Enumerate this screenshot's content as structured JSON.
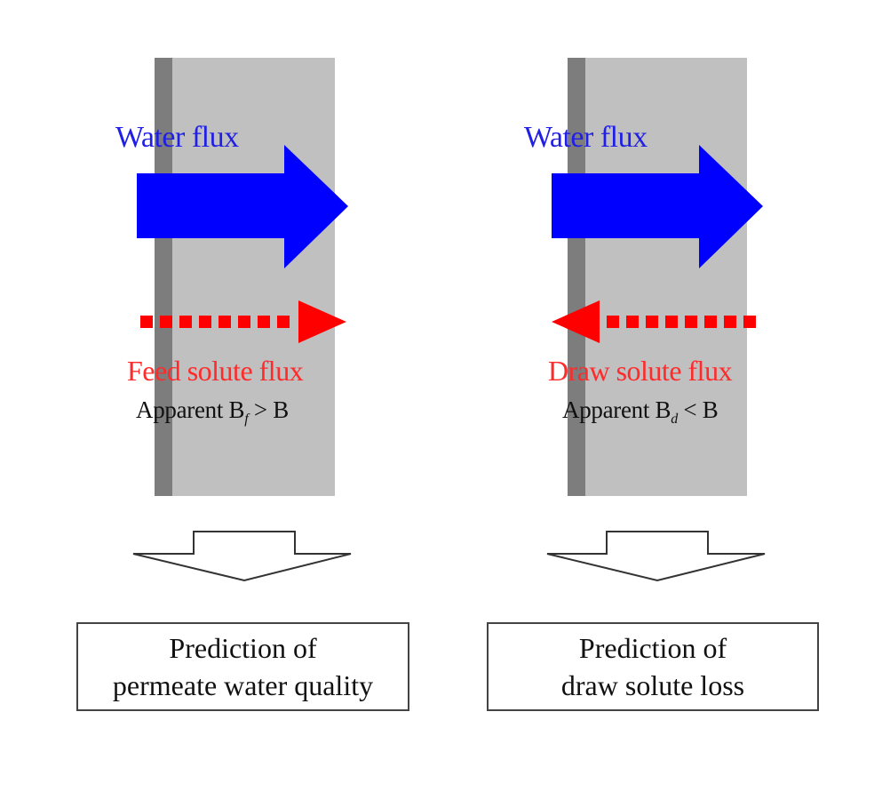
{
  "panels": [
    {
      "water_flux_label": "Water flux",
      "solute_flux_label": "Feed solute flux",
      "solute_direction": "forward",
      "param_prefix": "Apparent B",
      "param_subscript": "f",
      "param_suffix": " > B",
      "result_line1": "Prediction of",
      "result_line2": "permeate water quality"
    },
    {
      "water_flux_label": "Water flux",
      "solute_flux_label": "Draw solute flux",
      "solute_direction": "reverse",
      "param_prefix": "Apparent B",
      "param_subscript": "d",
      "param_suffix": " < B",
      "result_line1": "Prediction of",
      "result_line2": "draw solute loss"
    }
  ],
  "colors": {
    "water_flux": "#0000ff",
    "solute_flux": "#ff0000",
    "membrane_support": "#c0c0c0",
    "active_layer": "#7d7d7d"
  }
}
